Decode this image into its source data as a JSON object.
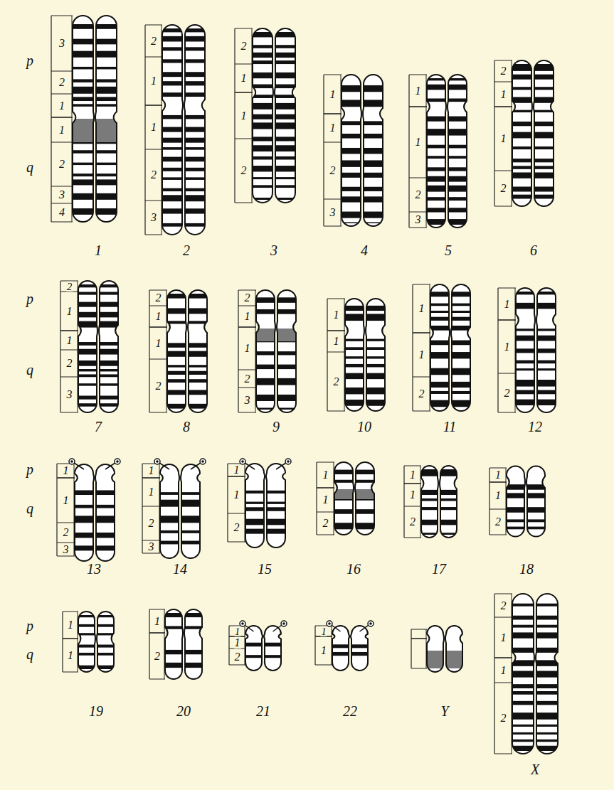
{
  "diagram": {
    "labels": [
      "p",
      "q",
      "3",
      "2",
      "1",
      "1",
      "2",
      "3",
      "4",
      "1",
      "2",
      "1",
      "1",
      "2",
      "3",
      "2",
      "2",
      "1",
      "1",
      "2",
      "3",
      "1",
      "1",
      "2",
      "3",
      "4",
      "1",
      "1",
      "2",
      "3",
      "5",
      "2",
      "1",
      "1",
      "2",
      "6",
      "p",
      "q",
      "2",
      "1",
      "1",
      "2",
      "3",
      "7",
      "2",
      "1",
      "1",
      "2",
      "8",
      "2",
      "1",
      "1",
      "2",
      "3",
      "9",
      "1",
      "1",
      "2",
      "10",
      "1",
      "1",
      "2",
      "11",
      "1",
      "1",
      "2",
      "12",
      "p",
      "q",
      "1",
      "1",
      "2",
      "3",
      "13",
      "1",
      "1",
      "2",
      "3",
      "14",
      "1",
      "1",
      "2",
      "15",
      "1",
      "1",
      "2",
      "16",
      "1",
      "1",
      "2",
      "17",
      "1",
      "1",
      "2",
      "18",
      "p",
      "q",
      "1",
      "1",
      "19",
      "1",
      "2",
      "20",
      "1",
      "1",
      "2",
      "21",
      "1",
      "1",
      "22",
      "Y",
      "2",
      "1",
      "1",
      "2",
      "X"
    ]
  }
}
